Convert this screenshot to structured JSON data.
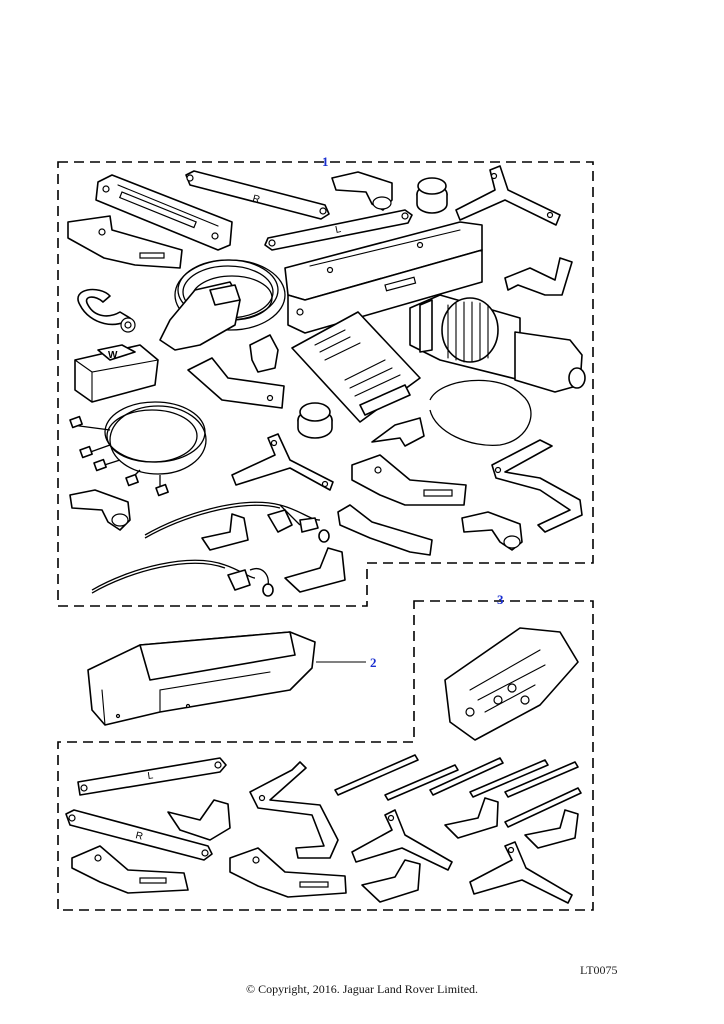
{
  "callouts": {
    "kit_main": "1",
    "cover": "2",
    "fixing_kit": "3"
  },
  "part_labels": {
    "bracket_right": "R",
    "bracket_left": "L",
    "bracket_right_2": "R",
    "bracket_left_2": "L"
  },
  "reference_code": "LT0075",
  "copyright": "© Copyright, 2016. Jaguar Land Rover Limited."
}
